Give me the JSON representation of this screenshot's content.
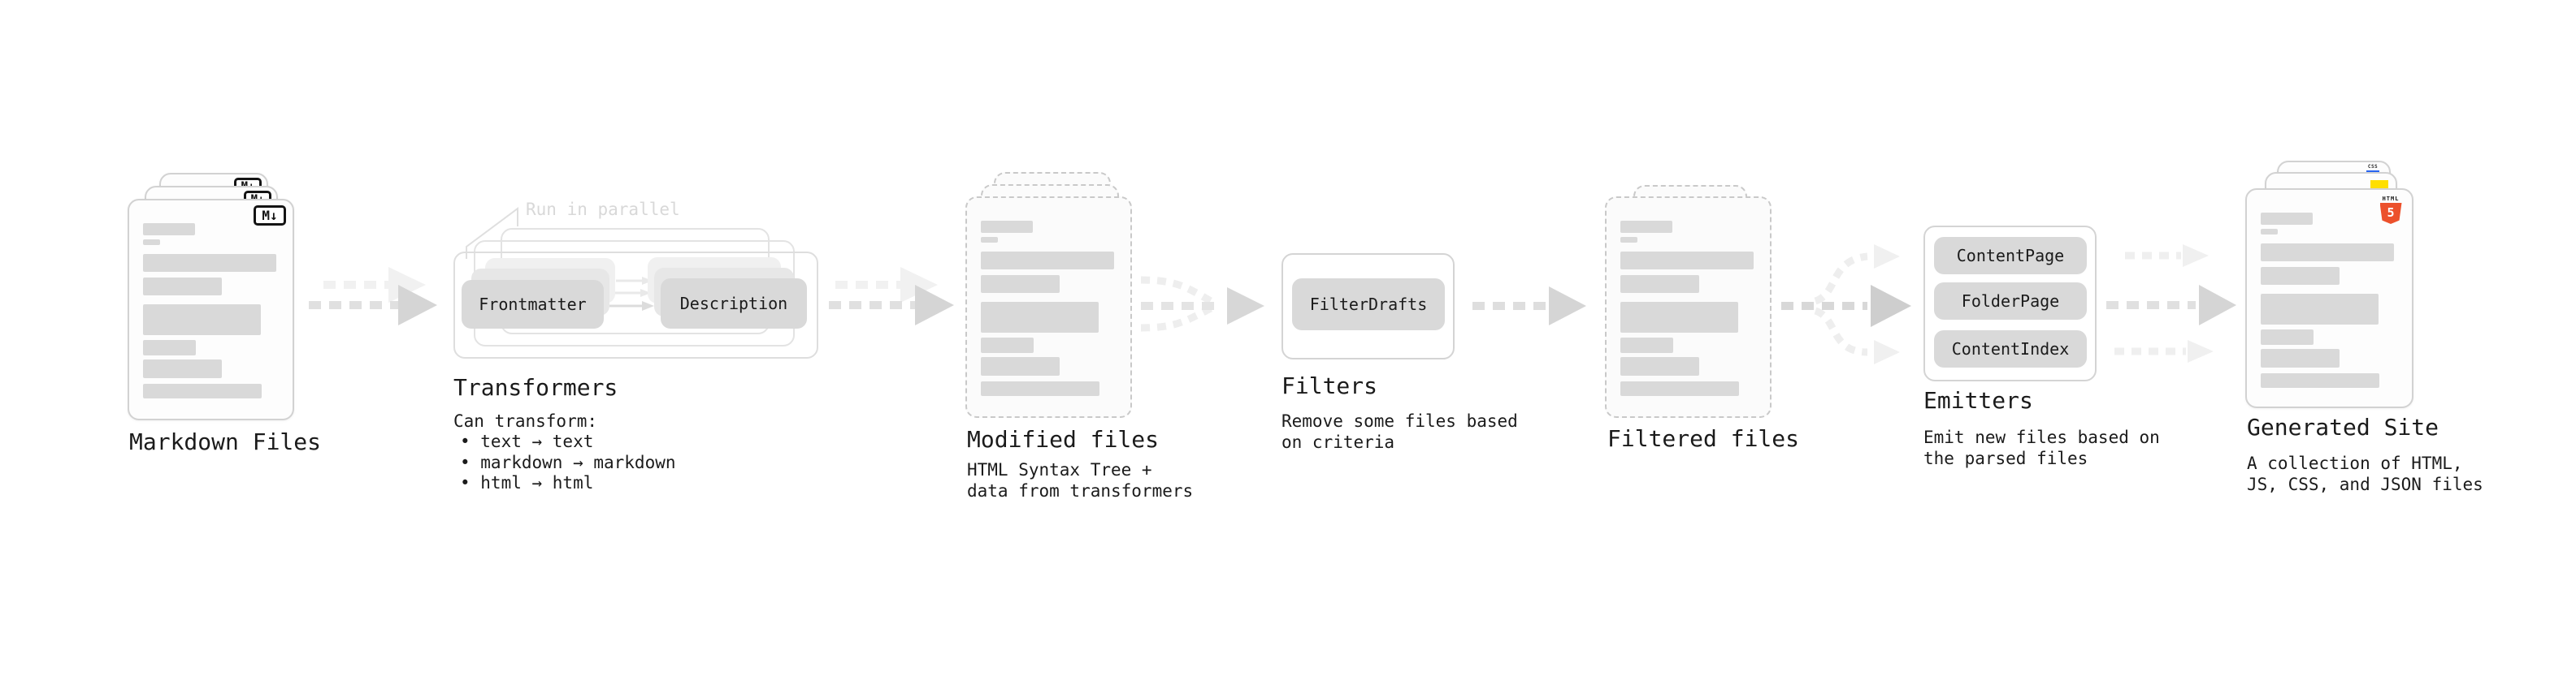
{
  "palette": {
    "text": "#1b1b1b",
    "faint_note": "#d8d8d8",
    "placeholder_bar": "#d9d9d9",
    "pill_bg": "#d9d9d9",
    "arrow_dark": "#d5d5d5",
    "arrow_light": "#f0f0f0",
    "js_yellow": "#ffdf00",
    "css_blue": "#2965f1",
    "html5_orange": "#ec512c"
  },
  "nodes": {
    "markdown": {
      "label": "Markdown Files",
      "badge": "M↓"
    },
    "transformers": {
      "note": "Run in parallel",
      "pill_left": "Frontmatter",
      "pill_right": "Description",
      "label": "Transformers",
      "desc_title": "Can transform:",
      "bullets": [
        "• text → text",
        "• markdown → markdown",
        "• html → html"
      ]
    },
    "modified": {
      "label": "Modified files",
      "desc": "HTML Syntax Tree +\ndata from transformers"
    },
    "filters": {
      "pill": "FilterDrafts",
      "label": "Filters",
      "desc": "Remove some files based\non criteria"
    },
    "filtered": {
      "label": "Filtered files"
    },
    "emitters": {
      "pills": [
        "ContentPage",
        "FolderPage",
        "ContentIndex"
      ],
      "label": "Emitters",
      "desc": "Emit new files based on\nthe parsed files"
    },
    "generated": {
      "label": "Generated Site",
      "desc": "A collection of HTML,\nJS, CSS, and JSON files",
      "badge_css": "CSS",
      "badge_html_text": "HTML",
      "badge_html_number": "5"
    }
  }
}
